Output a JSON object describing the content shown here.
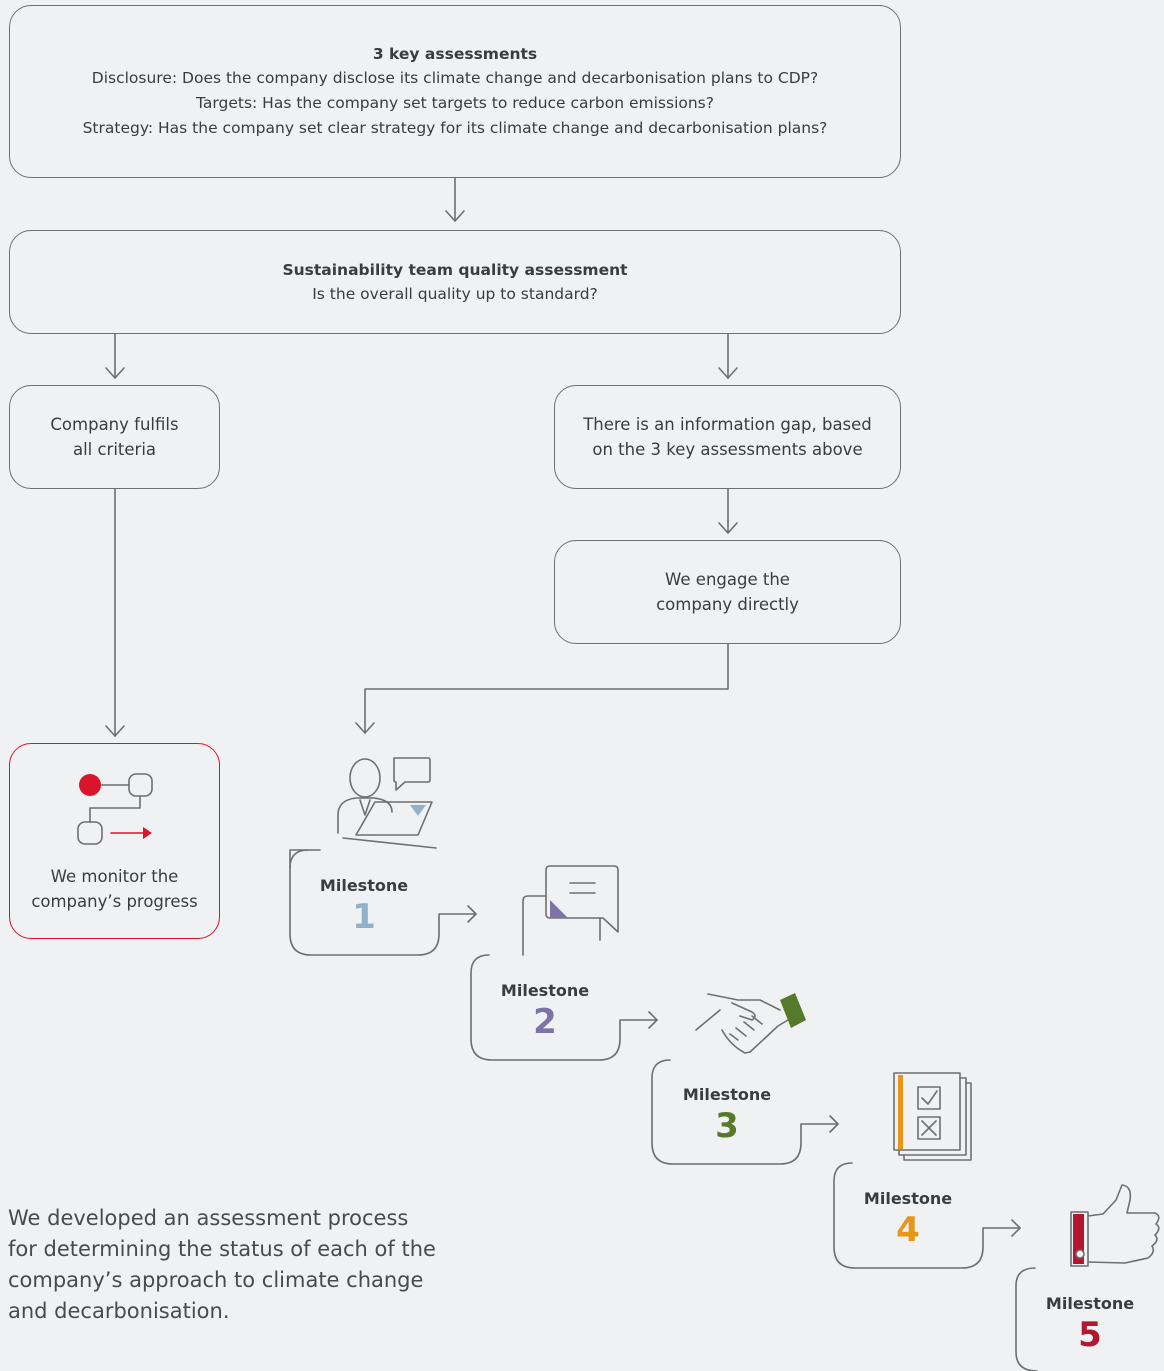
{
  "assessments_box": {
    "title": "3 key assessments",
    "lines": [
      "Disclosure: Does the company disclose its climate change and decarbonisation plans to CDP?",
      "Targets: Has the company set targets to reduce carbon emissions?",
      "Strategy: Has the company set clear strategy for its climate change and decarbonisation plans?"
    ]
  },
  "quality_box": {
    "title": "Sustainability team quality assessment",
    "question": "Is the overall quality up to standard?"
  },
  "fulfils_box": {
    "lines": [
      "Company fulfils",
      "all criteria"
    ]
  },
  "gap_box": {
    "lines": [
      "There is an information gap, based",
      "on the 3 key assessments above"
    ]
  },
  "engage_box": {
    "lines": [
      "We engage the",
      "company directly"
    ]
  },
  "monitor_box": {
    "lines": [
      "We monitor the",
      "company’s progress"
    ]
  },
  "milestones": [
    {
      "label": "Milestone",
      "number": "1",
      "color": "#8fb2c9",
      "icon": "person-chat-laptop-icon"
    },
    {
      "label": "Milestone",
      "number": "2",
      "color": "#7e73a6",
      "icon": "speech-bubbles-icon"
    },
    {
      "label": "Milestone",
      "number": "3",
      "color": "#557a2a",
      "icon": "handshake-icon"
    },
    {
      "label": "Milestone",
      "number": "4",
      "color": "#e8961a",
      "icon": "checklist-icon"
    },
    {
      "label": "Milestone",
      "number": "5",
      "color": "#b3172e",
      "icon": "thumbs-up-icon"
    }
  ],
  "intro_text": {
    "lines": [
      "We developed an assessment process",
      "for determining the status of each of the",
      "company’s approach to climate change",
      "and decarbonisation."
    ]
  },
  "colors": {
    "stroke": "#6f6f6f",
    "accent_red": "#d9142b",
    "background": "#f0f1f3"
  }
}
